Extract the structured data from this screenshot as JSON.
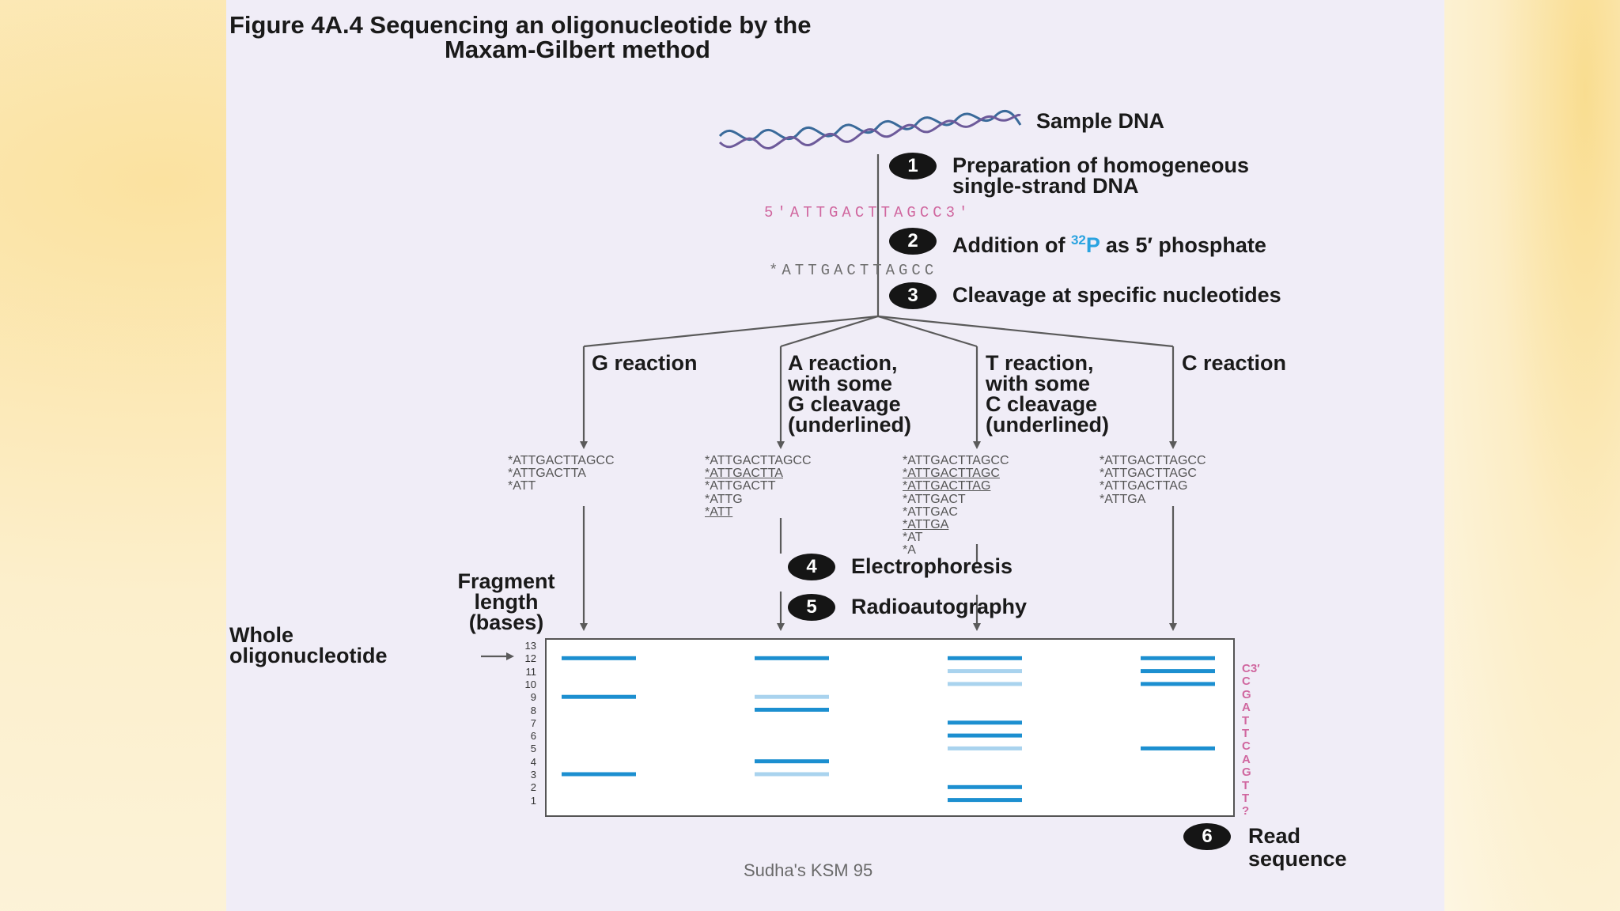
{
  "figure": {
    "title_line1": "Figure 4A.4  Sequencing an oligonucleotide by the",
    "title_line2": "Maxam-Gilbert method"
  },
  "sample_label": "Sample DNA",
  "steps": [
    {
      "num": "1",
      "line1": "Preparation of homogeneous",
      "line2": "single-strand DNA"
    },
    {
      "num": "2",
      "prefix": "Addition of ",
      "isotope_sup": "32",
      "isotope": "P",
      "suffix": " as 5′ phosphate"
    },
    {
      "num": "3",
      "line1": "Cleavage at specific nucleotides"
    },
    {
      "num": "4",
      "line1": "Electrophoresis"
    },
    {
      "num": "5",
      "line1": "Radioautography"
    },
    {
      "num": "6",
      "line1": "Read",
      "line2": "sequence"
    }
  ],
  "sequences": {
    "strand_labeled": "5′ATTGACTTAGCC3′",
    "strand_phosphate": "*ATTGACTTAGCC"
  },
  "reactions": [
    {
      "lines": [
        "G reaction"
      ]
    },
    {
      "lines": [
        "A reaction,",
        "with some",
        "G cleavage",
        "(underlined)"
      ]
    },
    {
      "lines": [
        "T reaction,",
        "with some",
        "C cleavage",
        "(underlined)"
      ]
    },
    {
      "lines": [
        "C reaction"
      ]
    }
  ],
  "fragments": [
    [
      {
        "t": "*ATTGACTTAGCC",
        "u": false
      },
      {
        "t": "*ATTGACTTA",
        "u": false
      },
      {
        "t": "*ATT",
        "u": false
      }
    ],
    [
      {
        "t": "*ATTGACTTAGCC",
        "u": false
      },
      {
        "t": "*ATTGACTTA",
        "u": true
      },
      {
        "t": "*ATTGACTT",
        "u": false
      },
      {
        "t": "*ATTG",
        "u": false
      },
      {
        "t": "*ATT",
        "u": true
      }
    ],
    [
      {
        "t": "*ATTGACTTAGCC",
        "u": false
      },
      {
        "t": "*ATTGACTTAGC",
        "u": true
      },
      {
        "t": "*ATTGACTTAG",
        "u": true
      },
      {
        "t": "*ATTGACT",
        "u": false
      },
      {
        "t": "*ATTGAC",
        "u": false
      },
      {
        "t": "*ATTGA",
        "u": true
      },
      {
        "t": "*AT",
        "u": false
      },
      {
        "t": "*A",
        "u": false
      }
    ],
    [
      {
        "t": "*ATTGACTTAGCC",
        "u": false
      },
      {
        "t": "*ATTGACTTAGC",
        "u": false
      },
      {
        "t": "*ATTGACTTAG",
        "u": false
      },
      {
        "t": "*ATTGA",
        "u": false
      }
    ]
  ],
  "gel": {
    "fragment_label": [
      "Fragment",
      "length",
      "(bases)"
    ],
    "whole_label": [
      "Whole",
      "oligonucleotide"
    ],
    "ticks": [
      "13",
      "12",
      "11",
      "10",
      "9",
      "8",
      "7",
      "6",
      "5",
      "4",
      "3",
      "2",
      "1"
    ],
    "band_color": "#1c8fd0",
    "faint_color": "#a9d3ee",
    "lanes": [
      {
        "bands": [
          {
            "len": 12,
            "faint": false
          },
          {
            "len": 9,
            "faint": false
          },
          {
            "len": 3,
            "faint": false
          }
        ]
      },
      {
        "bands": [
          {
            "len": 12,
            "faint": false
          },
          {
            "len": 9,
            "faint": true
          },
          {
            "len": 8,
            "faint": false
          },
          {
            "len": 4,
            "faint": false
          },
          {
            "len": 3,
            "faint": true
          }
        ]
      },
      {
        "bands": [
          {
            "len": 12,
            "faint": false
          },
          {
            "len": 11,
            "faint": true
          },
          {
            "len": 10,
            "faint": true
          },
          {
            "len": 7,
            "faint": false
          },
          {
            "len": 6,
            "faint": false
          },
          {
            "len": 5,
            "faint": true
          },
          {
            "len": 2,
            "faint": false
          },
          {
            "len": 1,
            "faint": false
          }
        ]
      },
      {
        "bands": [
          {
            "len": 12,
            "faint": false
          },
          {
            "len": 11,
            "faint": false
          },
          {
            "len": 10,
            "faint": false
          },
          {
            "len": 5,
            "faint": false
          }
        ]
      }
    ],
    "read_sequence": [
      "C3′",
      "C",
      "G",
      "A",
      "T",
      "T",
      "C",
      "A",
      "G",
      "T",
      "T",
      "?"
    ]
  },
  "footer": "Sudha's KSM 95"
}
